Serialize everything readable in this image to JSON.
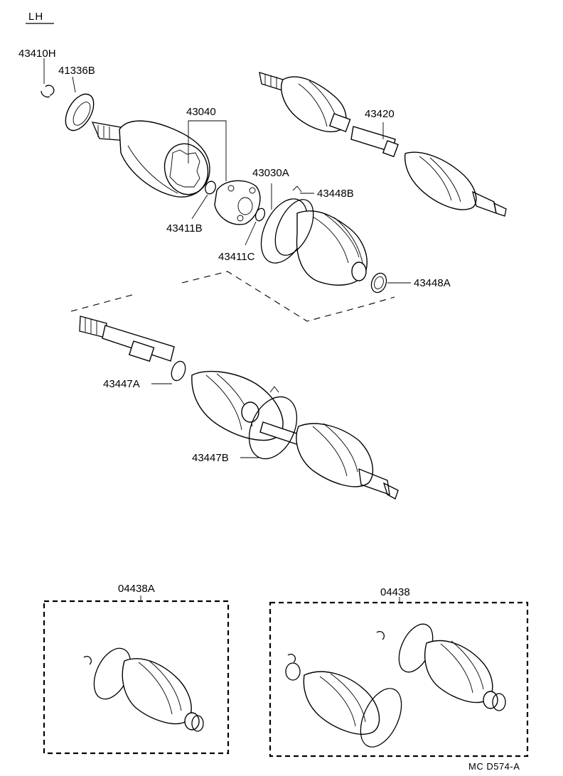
{
  "header": {
    "side": "LH"
  },
  "parts": {
    "snap_ring_outer": "43410H",
    "dust_seal": "41336B",
    "outboard_joint": "43040",
    "snap_ring_b": "43411B",
    "boot_kit_inner": "43030A",
    "snap_ring_c": "43411C",
    "boot_clamp_b": "43448B",
    "boot_clamp_a": "43448A",
    "shaft_assy": "43420",
    "boot_band_a": "43447A",
    "boot_band_b": "43447B"
  },
  "kits": {
    "kit_a": "04438A",
    "kit_b": "04438"
  },
  "footer": {
    "code": "MC D574-A"
  }
}
